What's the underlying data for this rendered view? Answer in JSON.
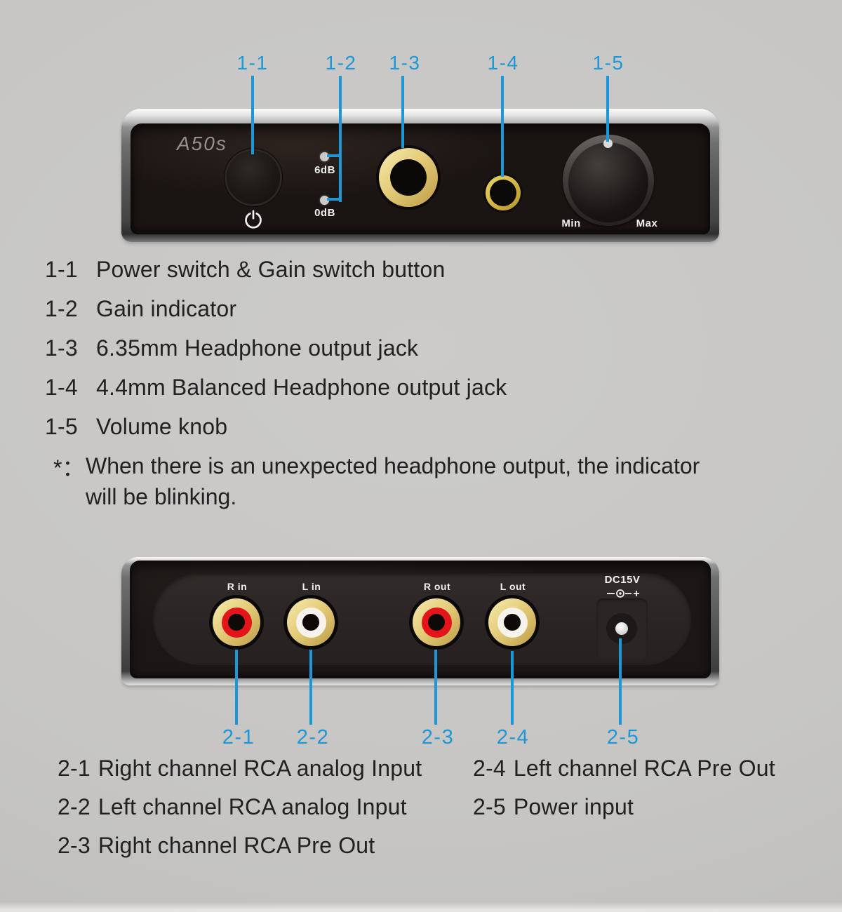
{
  "colors": {
    "callout_blue": "#1e97d7",
    "panel_face": "#1a1412",
    "gold": "#e2c976",
    "rca_red": "#e3151a",
    "rca_white": "#f6f3ed",
    "text": "#222020"
  },
  "device": {
    "model": "A50s",
    "front": {
      "gain_labels": [
        "6dB",
        "0dB"
      ],
      "volume_min": "Min",
      "volume_max": "Max"
    },
    "rear": {
      "jack_labels": [
        "R in",
        "L in",
        "R out",
        "L out"
      ],
      "power_label": "DC15V"
    }
  },
  "callouts": {
    "front": [
      "1-1",
      "1-2",
      "1-3",
      "1-4",
      "1-5"
    ],
    "rear": [
      "2-1",
      "2-2",
      "2-3",
      "2-4",
      "2-5"
    ]
  },
  "front_list": [
    {
      "num": "1-1",
      "text": "Power switch & Gain switch button"
    },
    {
      "num": "1-2",
      "text": "Gain indicator"
    },
    {
      "num": "1-3",
      "text": "6.35mm Headphone output jack"
    },
    {
      "num": "1-4",
      "text": "4.4mm Balanced Headphone output jack"
    },
    {
      "num": "1-5",
      "text": "Volume knob"
    }
  ],
  "note": {
    "marker": "*：",
    "line1": "When there is an unexpected headphone output, the indicator",
    "line2": "will be blinking."
  },
  "rear_list_col1": [
    {
      "num": "2-1",
      "text": "Right channel RCA analog Input"
    },
    {
      "num": "2-2",
      "text": "Left channel RCA analog Input"
    },
    {
      "num": "2-3",
      "text": "Right channel RCA Pre Out"
    }
  ],
  "rear_list_col2": [
    {
      "num": "2-4",
      "text": "Left channel RCA Pre Out"
    },
    {
      "num": "2-5",
      "text": "Power input"
    }
  ]
}
